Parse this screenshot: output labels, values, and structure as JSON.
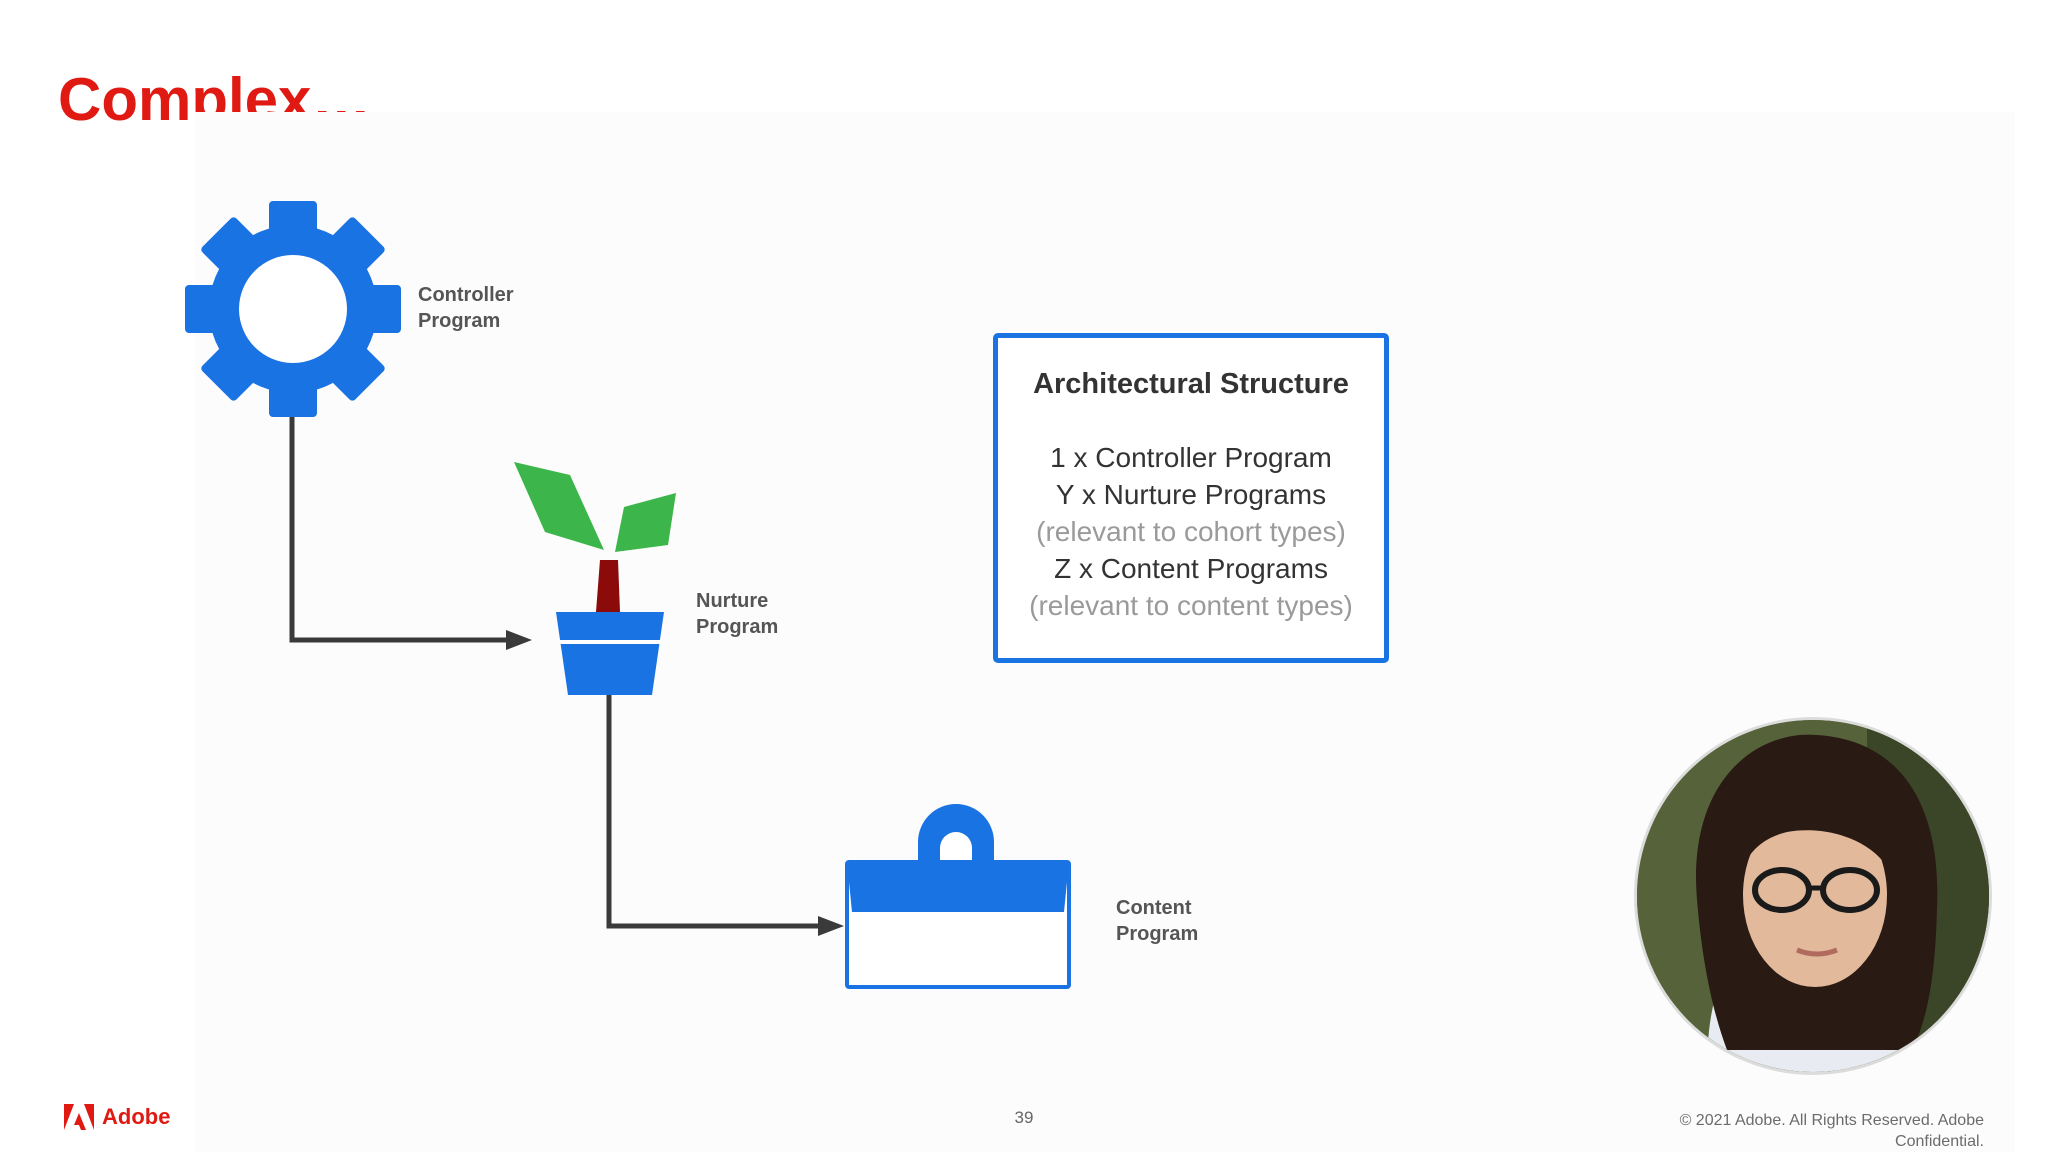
{
  "slide": {
    "title": "Complex…",
    "page_number": "39",
    "copyright_line1": "© 2021 Adobe. All Rights Reserved. Adobe",
    "copyright_line2": "Confidential.",
    "logo_text": "Adobe",
    "brand_color": "#e01a12"
  },
  "diagram": {
    "nodes": [
      {
        "id": "controller",
        "icon": "gear-icon",
        "label": "Controller\nProgram"
      },
      {
        "id": "nurture",
        "icon": "plant-pot-icon",
        "label": "Nurture\nProgram"
      },
      {
        "id": "content",
        "icon": "bag-icon",
        "label": "Content\nProgram"
      }
    ],
    "edges": [
      {
        "from": "controller",
        "to": "nurture"
      },
      {
        "from": "nurture",
        "to": "content"
      }
    ],
    "accent_color": "#1a73e3"
  },
  "architecture_box": {
    "title": "Architectural Structure",
    "lines": [
      {
        "text": "1 x Controller Program",
        "style": "main"
      },
      {
        "text": "Y x Nurture Programs",
        "style": "main"
      },
      {
        "text": "(relevant to cohort types)",
        "style": "note"
      },
      {
        "text": "Z x Content Programs",
        "style": "main"
      },
      {
        "text": "(relevant to content types)",
        "style": "note"
      }
    ]
  },
  "presenter": {
    "icon": "presenter-avatar"
  }
}
